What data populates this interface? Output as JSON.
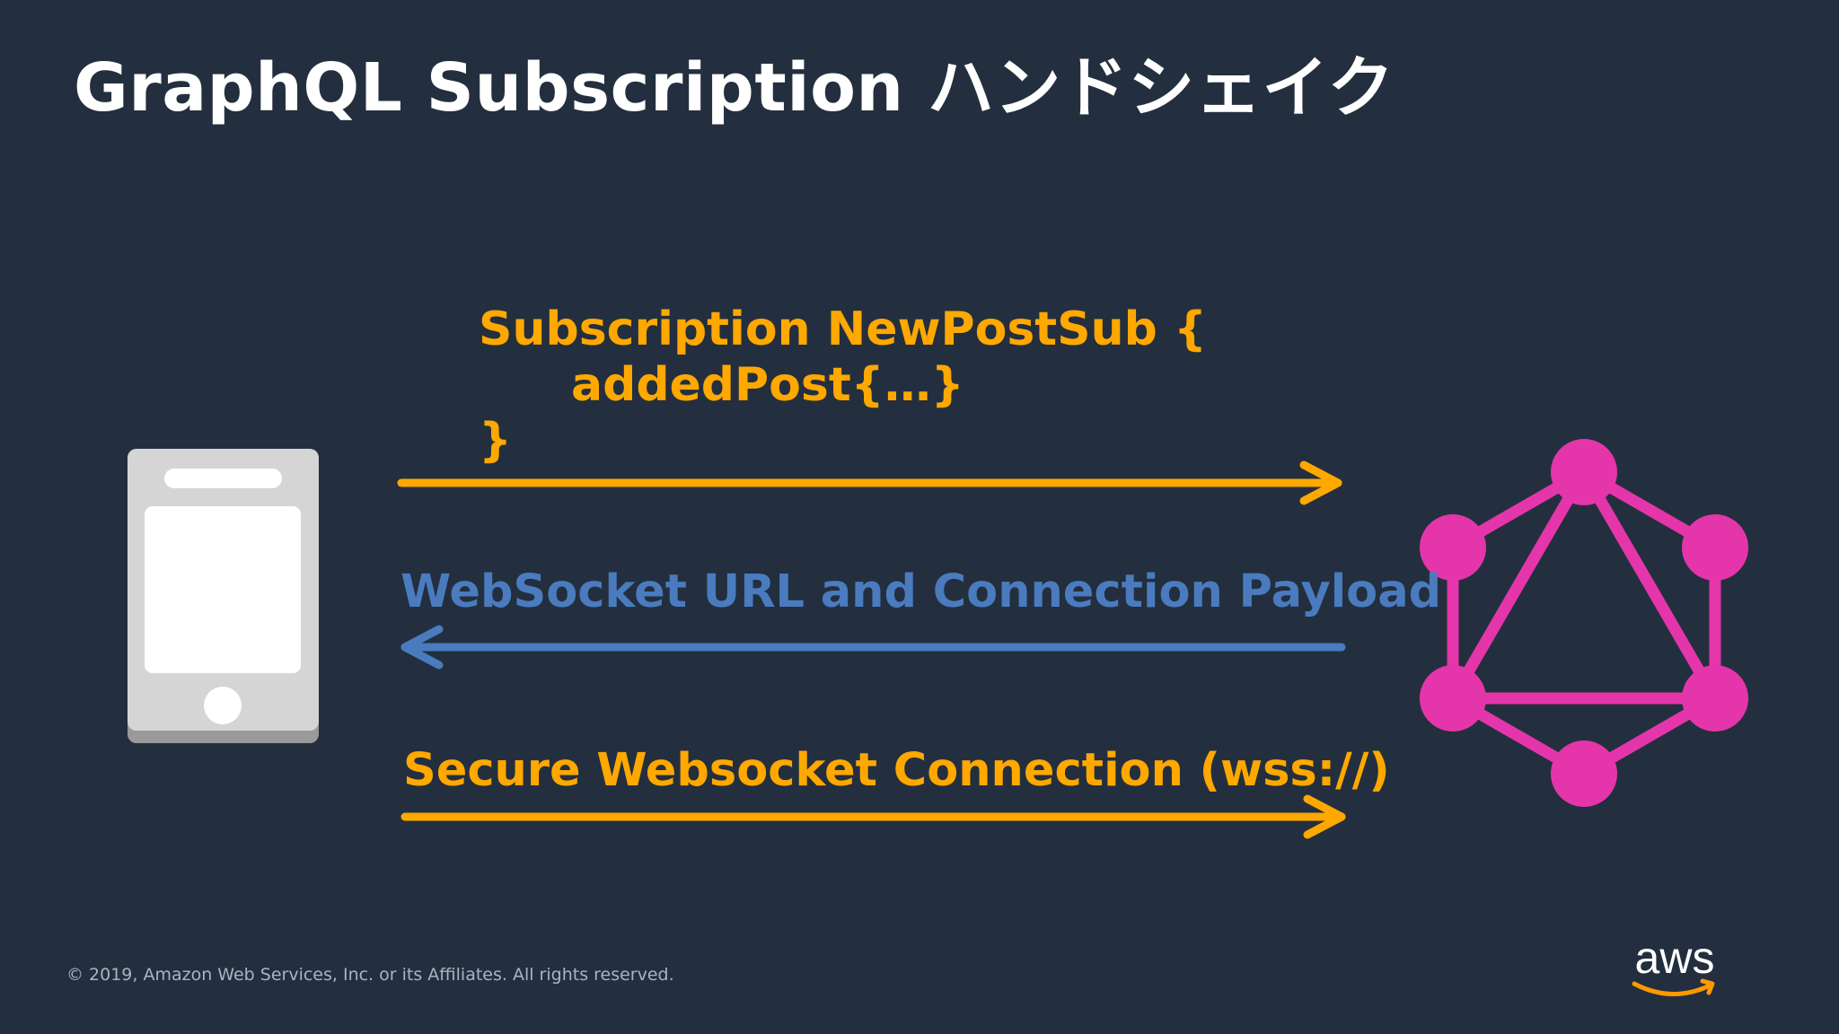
{
  "slide": {
    "title": "GraphQL Subscription ハンドシェイク",
    "footer": "© 2019, Amazon Web Services, Inc. or its Affiliates. All rights reserved."
  },
  "diagram": {
    "client": {
      "icon": "mobile-phone-icon"
    },
    "server": {
      "icon": "graphql-logo-icon"
    },
    "messages": [
      {
        "direction": "client-to-server",
        "color": "#ffa800",
        "lines": [
          "Subscription NewPostSub {",
          "addedPost{…}",
          "}"
        ]
      },
      {
        "direction": "server-to-client",
        "color": "#4a7bbf",
        "label": "WebSocket URL and Connection Payload"
      },
      {
        "direction": "client-to-server",
        "color": "#ffa800",
        "label": "Secure Websocket Connection (wss://)"
      }
    ]
  },
  "brand": {
    "logo_text": "aws",
    "smile_color": "#ff9900"
  },
  "colors": {
    "background": "#232f3e",
    "graphql_pink": "#e535ab",
    "phone_body": "#d5d5d5"
  }
}
